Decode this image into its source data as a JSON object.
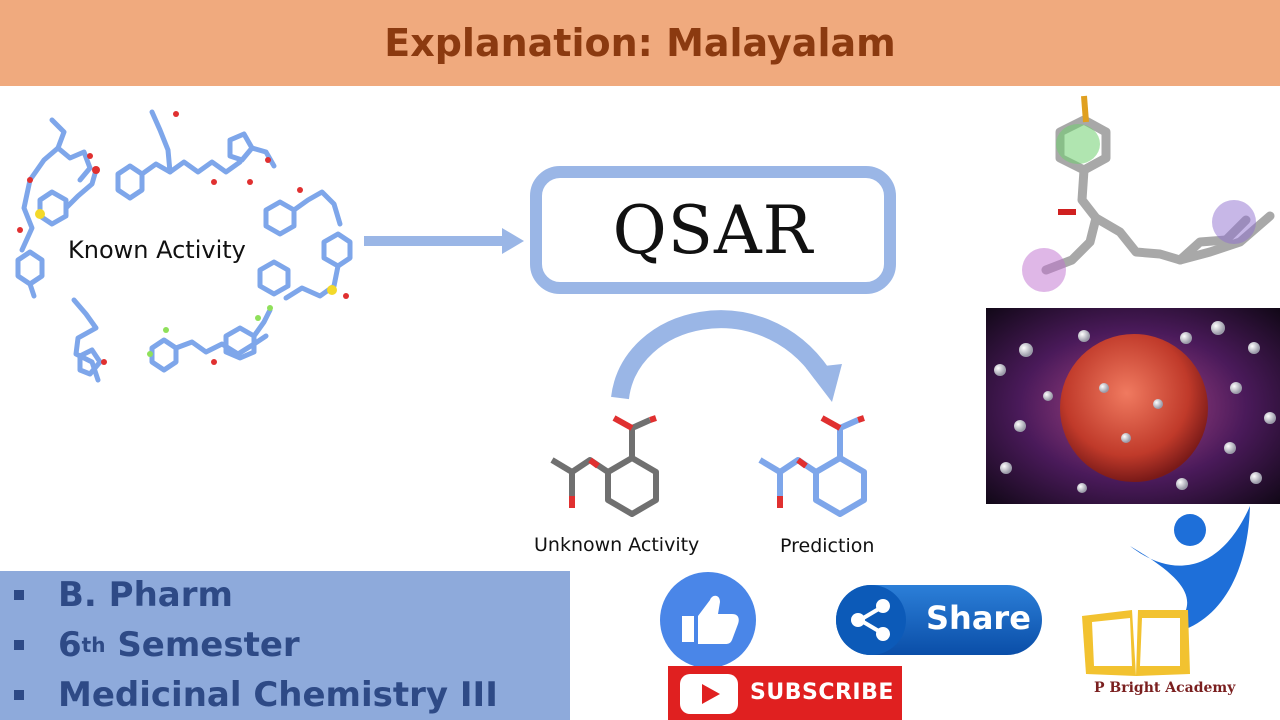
{
  "header": {
    "title": "Explanation: Malayalam"
  },
  "diagram": {
    "known_activity": "Known Activity",
    "method": "QSAR",
    "unknown_activity": "Unknown Activity",
    "prediction": "Prediction"
  },
  "course": {
    "items": [
      {
        "text": "B. Pharm"
      },
      {
        "num": "6",
        "sup": "th",
        "text": " Semester"
      },
      {
        "text": "Medicinal Chemistry III"
      }
    ]
  },
  "social": {
    "share_label": "Share",
    "subscribe_label": "SUBSCRIBE"
  },
  "brand": {
    "academy_name": "P Bright Academy"
  },
  "colors": {
    "header_bg": "#f0aa7e",
    "header_text": "#8b3a10",
    "accent_blue": "#9ab6e6",
    "course_panel": "#8eaadb",
    "course_text": "#2e4a86",
    "subscribe_red": "#e02020"
  },
  "icons": [
    "thumbs-up-icon",
    "share-icon",
    "play-icon",
    "academy-logo"
  ]
}
